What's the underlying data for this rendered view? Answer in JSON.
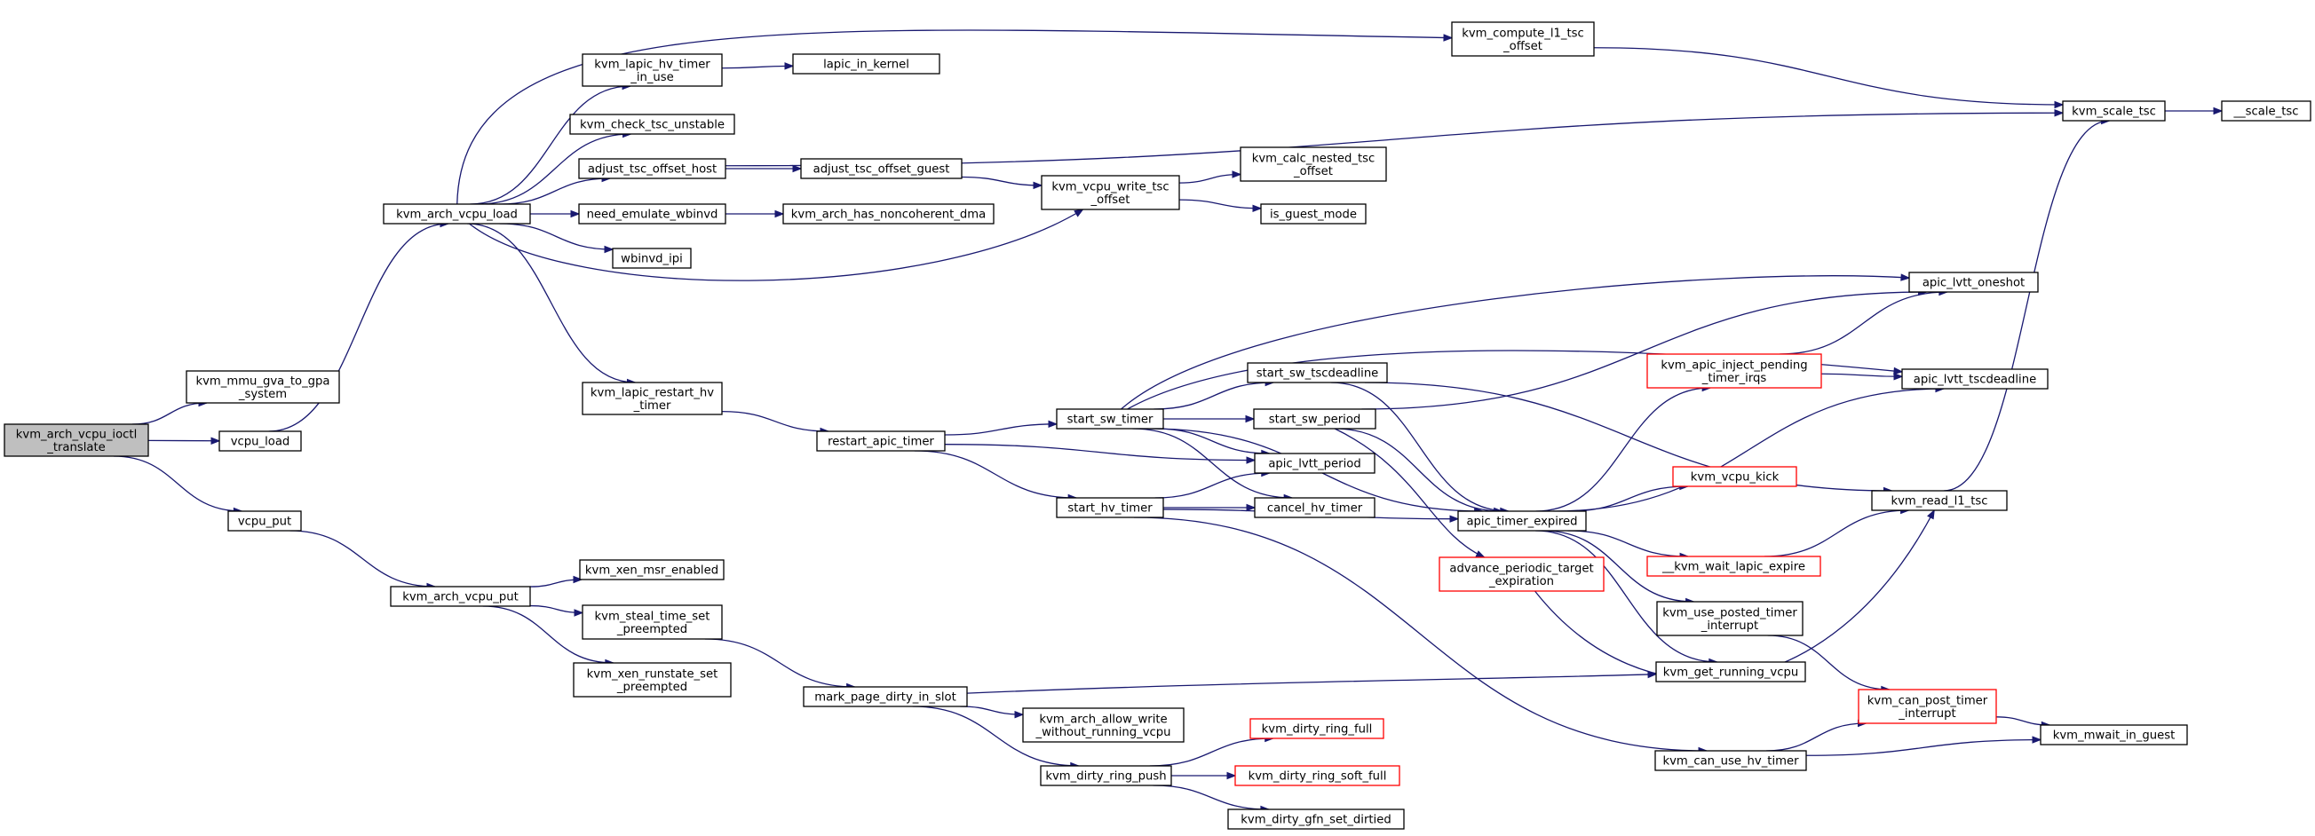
{
  "graph": {
    "title": "",
    "colors": {
      "edge": "#191970",
      "root_fill": "#bfbfbf",
      "truncated_border": "#ff0000",
      "node_border": "#000000"
    },
    "nodes": [
      {
        "id": "root",
        "lines": [
          "kvm_arch_vcpu_ioctl",
          "_translate"
        ]
      },
      {
        "id": "gva",
        "lines": [
          "kvm_mmu_gva_to_gpa",
          "_system"
        ]
      },
      {
        "id": "vcpu_load",
        "lines": [
          "vcpu_load"
        ]
      },
      {
        "id": "vcpu_put",
        "lines": [
          "vcpu_put"
        ]
      },
      {
        "id": "arch_load",
        "lines": [
          "kvm_arch_vcpu_load"
        ]
      },
      {
        "id": "arch_put",
        "lines": [
          "kvm_arch_vcpu_put"
        ]
      },
      {
        "id": "hv_in_use",
        "lines": [
          "kvm_lapic_hv_timer",
          "_in_use"
        ]
      },
      {
        "id": "lapic_in_kernel",
        "lines": [
          "lapic_in_kernel"
        ]
      },
      {
        "id": "tsc_unstable",
        "lines": [
          "kvm_check_tsc_unstable"
        ]
      },
      {
        "id": "adj_host",
        "lines": [
          "adjust_tsc_offset_host"
        ]
      },
      {
        "id": "adj_guest",
        "lines": [
          "adjust_tsc_offset_guest"
        ]
      },
      {
        "id": "need_wbinvd",
        "lines": [
          "need_emulate_wbinvd"
        ]
      },
      {
        "id": "noncoherent",
        "lines": [
          "kvm_arch_has_noncoherent_dma"
        ]
      },
      {
        "id": "wbinvd_ipi",
        "lines": [
          "wbinvd_ipi"
        ]
      },
      {
        "id": "restart_hv",
        "lines": [
          "kvm_lapic_restart_hv",
          "_timer"
        ]
      },
      {
        "id": "compute_l1",
        "lines": [
          "kvm_compute_l1_tsc",
          "_offset"
        ]
      },
      {
        "id": "write_tsc",
        "lines": [
          "kvm_vcpu_write_tsc",
          "_offset"
        ]
      },
      {
        "id": "nested_tsc",
        "lines": [
          "kvm_calc_nested_tsc",
          "_offset"
        ]
      },
      {
        "id": "is_guest",
        "lines": [
          "is_guest_mode"
        ]
      },
      {
        "id": "scale_tsc",
        "lines": [
          "kvm_scale_tsc"
        ]
      },
      {
        "id": "__scale_tsc",
        "lines": [
          "__scale_tsc"
        ]
      },
      {
        "id": "restart_apic",
        "lines": [
          "restart_apic_timer"
        ]
      },
      {
        "id": "start_sw",
        "lines": [
          "start_sw_timer"
        ]
      },
      {
        "id": "start_hv",
        "lines": [
          "start_hv_timer"
        ]
      },
      {
        "id": "sw_tscdl",
        "lines": [
          "start_sw_tscdeadline"
        ]
      },
      {
        "id": "sw_period",
        "lines": [
          "start_sw_period"
        ]
      },
      {
        "id": "lvtt_period",
        "lines": [
          "apic_lvtt_period"
        ]
      },
      {
        "id": "cancel_hv",
        "lines": [
          "cancel_hv_timer"
        ]
      },
      {
        "id": "apic_expired",
        "lines": [
          "apic_timer_expired"
        ]
      },
      {
        "id": "adv_periodic",
        "lines": [
          "advance_periodic_target",
          "_expiration"
        ],
        "truncated": true
      },
      {
        "id": "lvtt_oneshot",
        "lines": [
          "apic_lvtt_oneshot"
        ]
      },
      {
        "id": "lvtt_tscdl",
        "lines": [
          "apic_lvtt_tscdeadline"
        ]
      },
      {
        "id": "inject_pending",
        "lines": [
          "kvm_apic_inject_pending",
          "_timer_irqs"
        ],
        "truncated": true
      },
      {
        "id": "vcpu_kick",
        "lines": [
          "kvm_vcpu_kick"
        ],
        "truncated": true
      },
      {
        "id": "wait_lapic",
        "lines": [
          "__kvm_wait_lapic_expire"
        ],
        "truncated": true
      },
      {
        "id": "read_l1",
        "lines": [
          "kvm_read_l1_tsc"
        ]
      },
      {
        "id": "posted_timer",
        "lines": [
          "kvm_use_posted_timer",
          "_interrupt"
        ]
      },
      {
        "id": "running_vcpu",
        "lines": [
          "kvm_get_running_vcpu"
        ]
      },
      {
        "id": "can_post",
        "lines": [
          "kvm_can_post_timer",
          "_interrupt"
        ],
        "truncated": true
      },
      {
        "id": "mwait",
        "lines": [
          "kvm_mwait_in_guest"
        ]
      },
      {
        "id": "can_use_hv",
        "lines": [
          "kvm_can_use_hv_timer"
        ]
      },
      {
        "id": "xen_msr",
        "lines": [
          "kvm_xen_msr_enabled"
        ]
      },
      {
        "id": "steal_time",
        "lines": [
          "kvm_steal_time_set",
          "_preempted"
        ]
      },
      {
        "id": "xen_runstate",
        "lines": [
          "kvm_xen_runstate_set",
          "_preempted"
        ]
      },
      {
        "id": "mark_dirty",
        "lines": [
          "mark_page_dirty_in_slot"
        ]
      },
      {
        "id": "allow_write",
        "lines": [
          "kvm_arch_allow_write",
          "_without_running_vcpu"
        ]
      },
      {
        "id": "ring_push",
        "lines": [
          "kvm_dirty_ring_push"
        ]
      },
      {
        "id": "ring_full",
        "lines": [
          "kvm_dirty_ring_full"
        ],
        "truncated": true
      },
      {
        "id": "ring_soft",
        "lines": [
          "kvm_dirty_ring_soft_full"
        ],
        "truncated": true
      },
      {
        "id": "gfn_dirtied",
        "lines": [
          "kvm_dirty_gfn_set_dirtied"
        ]
      }
    ],
    "edges": [
      [
        "root",
        "gva"
      ],
      [
        "root",
        "vcpu_load"
      ],
      [
        "root",
        "vcpu_put"
      ],
      [
        "vcpu_load",
        "arch_load"
      ],
      [
        "vcpu_put",
        "arch_put"
      ],
      [
        "arch_load",
        "hv_in_use"
      ],
      [
        "arch_load",
        "tsc_unstable"
      ],
      [
        "arch_load",
        "adj_host"
      ],
      [
        "arch_load",
        "need_wbinvd"
      ],
      [
        "arch_load",
        "wbinvd_ipi"
      ],
      [
        "arch_load",
        "restart_hv"
      ],
      [
        "arch_load",
        "compute_l1"
      ],
      [
        "arch_load",
        "write_tsc"
      ],
      [
        "hv_in_use",
        "lapic_in_kernel"
      ],
      [
        "adj_host",
        "adj_guest"
      ],
      [
        "adj_host",
        "scale_tsc"
      ],
      [
        "adj_guest",
        "write_tsc"
      ],
      [
        "need_wbinvd",
        "noncoherent"
      ],
      [
        "write_tsc",
        "nested_tsc"
      ],
      [
        "write_tsc",
        "is_guest"
      ],
      [
        "compute_l1",
        "scale_tsc"
      ],
      [
        "scale_tsc",
        "__scale_tsc"
      ],
      [
        "restart_hv",
        "restart_apic"
      ],
      [
        "restart_apic",
        "start_sw"
      ],
      [
        "restart_apic",
        "start_hv"
      ],
      [
        "restart_apic",
        "lvtt_period"
      ],
      [
        "start_sw",
        "sw_tscdl"
      ],
      [
        "start_sw",
        "sw_period"
      ],
      [
        "start_sw",
        "lvtt_period"
      ],
      [
        "start_sw",
        "cancel_hv"
      ],
      [
        "start_sw",
        "apic_expired"
      ],
      [
        "start_sw",
        "lvtt_oneshot"
      ],
      [
        "start_sw",
        "lvtt_tscdl"
      ],
      [
        "start_hv",
        "lvtt_period"
      ],
      [
        "start_hv",
        "cancel_hv"
      ],
      [
        "start_hv",
        "apic_expired"
      ],
      [
        "start_hv",
        "can_use_hv"
      ],
      [
        "sw_tscdl",
        "apic_expired"
      ],
      [
        "sw_tscdl",
        "read_l1"
      ],
      [
        "sw_period",
        "apic_expired"
      ],
      [
        "sw_period",
        "adv_periodic"
      ],
      [
        "sw_period",
        "lvtt_oneshot"
      ],
      [
        "apic_expired",
        "inject_pending"
      ],
      [
        "apic_expired",
        "vcpu_kick"
      ],
      [
        "apic_expired",
        "wait_lapic"
      ],
      [
        "apic_expired",
        "posted_timer"
      ],
      [
        "apic_expired",
        "running_vcpu"
      ],
      [
        "apic_expired",
        "lvtt_tscdl"
      ],
      [
        "inject_pending",
        "lvtt_oneshot"
      ],
      [
        "inject_pending",
        "lvtt_tscdl"
      ],
      [
        "wait_lapic",
        "read_l1"
      ],
      [
        "read_l1",
        "scale_tsc"
      ],
      [
        "adv_periodic",
        "read_l1"
      ],
      [
        "posted_timer",
        "can_post"
      ],
      [
        "can_post",
        "mwait"
      ],
      [
        "can_use_hv",
        "can_post"
      ],
      [
        "can_use_hv",
        "mwait"
      ],
      [
        "arch_put",
        "xen_msr"
      ],
      [
        "arch_put",
        "steal_time"
      ],
      [
        "arch_put",
        "xen_runstate"
      ],
      [
        "steal_time",
        "mark_dirty"
      ],
      [
        "mark_dirty",
        "running_vcpu"
      ],
      [
        "mark_dirty",
        "allow_write"
      ],
      [
        "mark_dirty",
        "ring_push"
      ],
      [
        "ring_push",
        "ring_full"
      ],
      [
        "ring_push",
        "ring_soft"
      ],
      [
        "ring_push",
        "gfn_dirtied"
      ]
    ]
  }
}
